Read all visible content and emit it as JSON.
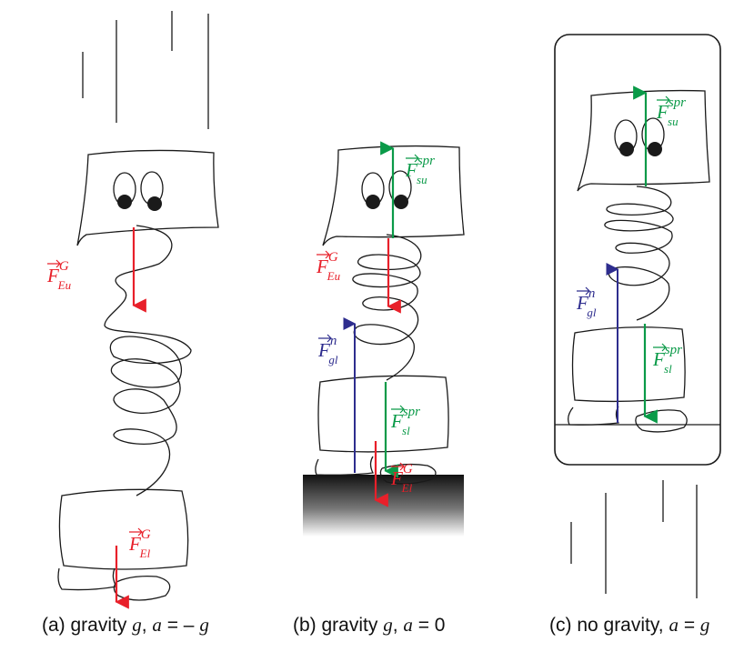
{
  "colors": {
    "gravity": "#e8202a",
    "spring": "#0a9a48",
    "normal": "#2e2d8e",
    "ink": "#1a1a1a"
  },
  "captions": {
    "a": {
      "prefix": "(a) gravity ",
      "g": "g",
      "mid": ", ",
      "a": "a",
      "rest": " = – ",
      "g2": "g"
    },
    "b": {
      "prefix": "(b) gravity ",
      "g": "g",
      "mid": ",  ",
      "a": "a",
      "rest": " = 0"
    },
    "c": {
      "prefix": "(c)  no gravity, ",
      "a": "a",
      "rest": " =  ",
      "g": "g"
    }
  },
  "labels": {
    "a_upper": {
      "main": "F",
      "sup": "G",
      "sub": "Eu"
    },
    "a_lower": {
      "main": "F",
      "sup": "G",
      "sub": "El"
    },
    "b_spring_upper": {
      "main": "F",
      "sup": "spr",
      "sub": "su"
    },
    "b_grav_upper": {
      "main": "F",
      "sup": "G",
      "sub": "Eu"
    },
    "b_normal": {
      "main": "F",
      "sup": "n",
      "sub": "gl"
    },
    "b_spring_lower": {
      "main": "F",
      "sup": "spr",
      "sub": "sl"
    },
    "b_grav_lower": {
      "main": "F",
      "sup": "G",
      "sub": "El"
    },
    "c_spring_upper": {
      "main": "F",
      "sup": "spr",
      "sub": "su"
    },
    "c_normal": {
      "main": "F",
      "sup": "n",
      "sub": "gl"
    },
    "c_spring_lower": {
      "main": "F",
      "sup": "spr",
      "sub": "sl"
    }
  }
}
